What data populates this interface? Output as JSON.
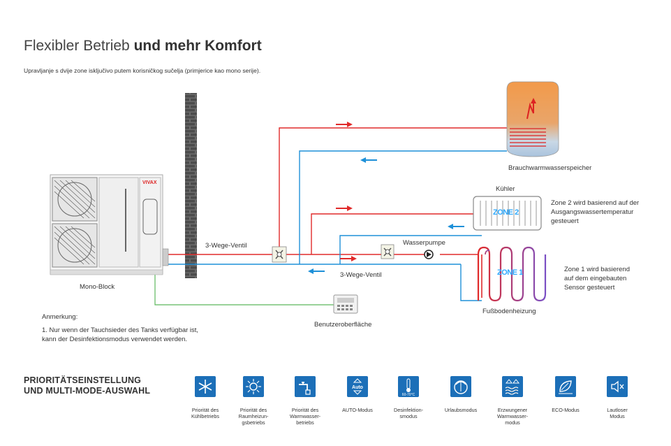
{
  "header": {
    "title_light": "Flexibler Betrieb ",
    "title_bold": "und mehr Komfort",
    "subtitle": "Upravljanje s dvije zone isključivo putem korisničkog sučelja (primjerice kao mono serije)."
  },
  "diagram": {
    "tank_label": "Brauchwarmwasserspeicher",
    "cooler_label": "Kühler",
    "zone2_label": "ZONE 2",
    "zone2_note": [
      "Zone 2 wird basierend auf der",
      "Ausgangswassertemperatur",
      "gesteuert"
    ],
    "zone1_label": "ZONE 1",
    "zone1_note": [
      "Zone 1 wird basierend",
      "auf dem eingebauten",
      "Sensor gesteuert"
    ],
    "floor_label": "Fußbodenheizung",
    "valve1_label": "3-Wege-Ventil",
    "valve2_label": "3-Wege-Ventil",
    "pump_label": "Wasserpumpe",
    "unit_label": "Mono-Block",
    "unit_brand": "VIVAX",
    "ui_label": "Benutzeroberfläche",
    "colors": {
      "hot": "#e02a2a",
      "cold": "#1e90d8",
      "signal": "#5cb85c",
      "icon_bg": "#1c6fb8"
    }
  },
  "note": {
    "title": "Anmerkung:",
    "text": "1. Nur wenn der Tauchsieder des Tanks verfügbar ist, kann der Desinfektionsmodus verwendet werden."
  },
  "priority": {
    "heading_line1": "PRIORITÄTSEINSTELLUNG",
    "heading_line2": "UND MULTI-MODE-AUSWAHL",
    "modes": [
      {
        "icon": "snowflake-icon",
        "caption": "Priorität des\nKühlbetriebs"
      },
      {
        "icon": "sun-icon",
        "caption": "Priorität des\nRaumheizun-\ngsbetriebs"
      },
      {
        "icon": "faucet-icon",
        "caption": "Priorität des\nWarmwasser-\nbetriebs"
      },
      {
        "icon": "auto-icon",
        "text": "Auto",
        "caption": "AUTO-Modus"
      },
      {
        "icon": "thermometer-icon",
        "text": "60-70°C",
        "caption": "Desinfektion-\nsmodus"
      },
      {
        "icon": "vacation-icon",
        "caption": "Urlaubsmodus"
      },
      {
        "icon": "forced-hot-water-icon",
        "caption": "Erzwungener\nWarmwasser-\nmodus"
      },
      {
        "icon": "eco-icon",
        "caption": "ECO-Modus"
      },
      {
        "icon": "speaker-mute-icon",
        "caption": "Lautloser\nModus"
      }
    ]
  }
}
